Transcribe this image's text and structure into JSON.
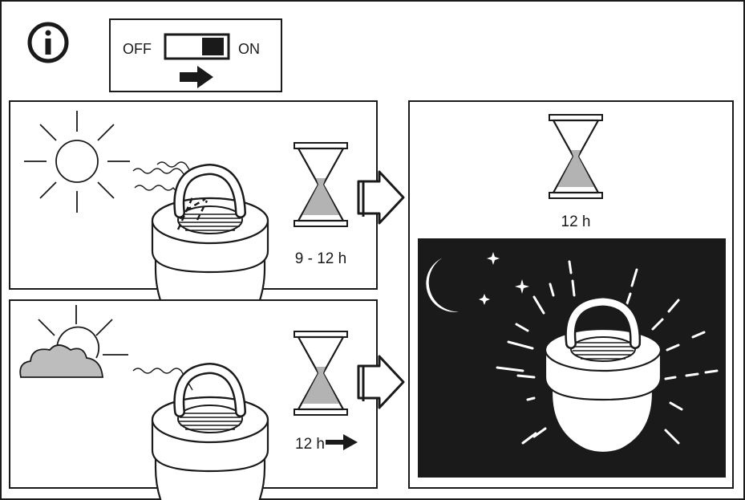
{
  "switch": {
    "off_label": "OFF",
    "on_label": "ON"
  },
  "panels": {
    "sunny": {
      "duration_label": "9 - 12 h"
    },
    "cloudy": {
      "duration_label": "12 h"
    },
    "result": {
      "duration_label": "12 h"
    }
  },
  "colors": {
    "ink": "#1a1a1a",
    "night_background": "#1a1a1a",
    "sand": "#b3b3b3",
    "cloud": "#bdbdbd",
    "white": "#ffffff"
  },
  "icons": {
    "info": "info-icon",
    "sun": "sun-icon",
    "cloud": "cloud-icon",
    "moon": "moon-icon",
    "hourglass": "hourglass-icon",
    "arrow": "arrow-right-icon",
    "lamp": "solar-lamp-icon"
  }
}
